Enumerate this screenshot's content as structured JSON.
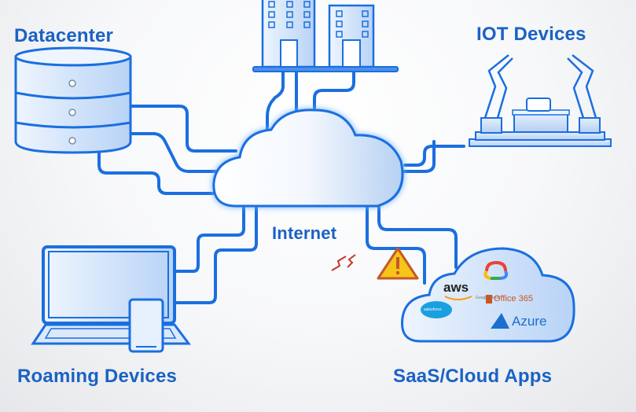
{
  "title": "Network diagram: Internet connecting endpoints",
  "colors": {
    "accent": "#1a62c4",
    "line": "#1a6fe0",
    "fill": "#d6e6fb",
    "warning": "#f5c518",
    "lightning": "#c0392b"
  },
  "nodes": {
    "datacenter": {
      "label": "Datacenter",
      "icon": "database-icon"
    },
    "offices": {
      "label": "",
      "icon": "office-buildings-icon"
    },
    "iot": {
      "label": "IOT Devices",
      "icon": "robotic-arms-icon"
    },
    "internet": {
      "label": "Internet",
      "icon": "cloud-icon"
    },
    "roaming": {
      "label": "Roaming Devices",
      "icon": "laptop-phone-icon"
    },
    "saas": {
      "label": "SaaS/Cloud Apps",
      "icon": "cloud-apps-icon",
      "logos": {
        "aws": "aws",
        "google_cloud": "Google Cloud",
        "office365": "Office 365",
        "azure": "Azure",
        "salesforce": "salesforce"
      }
    }
  },
  "alerts": {
    "warning_icon": "warning-triangle-icon",
    "warning_glyph": "!",
    "broken_link_icon": "lightning-icon"
  }
}
